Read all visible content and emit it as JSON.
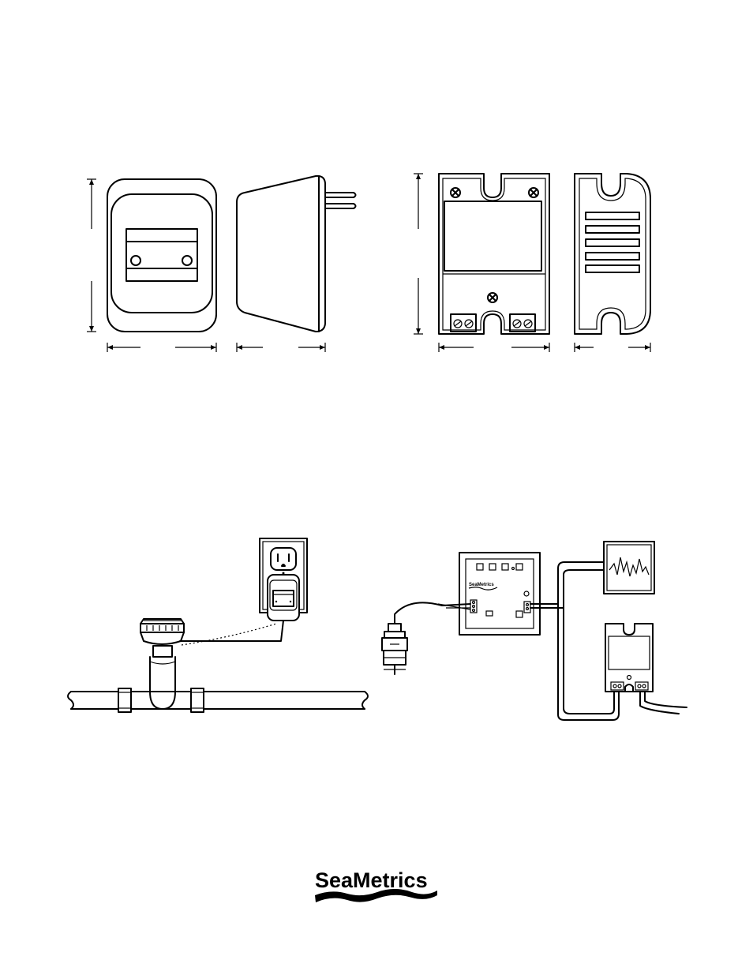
{
  "brand": {
    "logo_text": "SeaMetrics",
    "mini_logo_text": "SeaMetrics"
  },
  "terminal_marks": {
    "plus": "+",
    "minus": "−"
  },
  "figures": [
    "wall-adapter-front-view",
    "wall-adapter-side-view",
    "power-supply-front-view",
    "power-supply-back-view",
    "wall-adapter-installed-on-pipe-sensor",
    "controller-wiring-to-sensor-recorder-and-power-supply"
  ]
}
